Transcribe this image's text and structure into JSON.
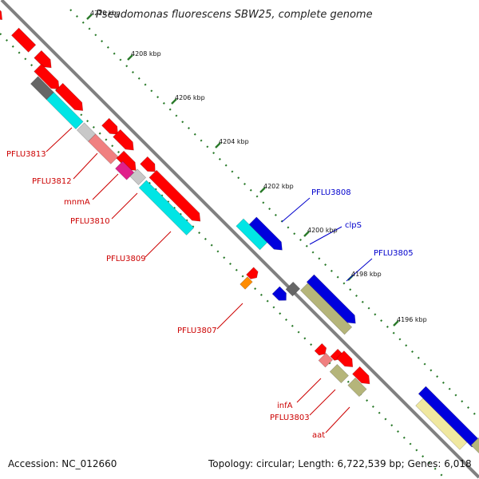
{
  "title": "Pseudomonas fluorescens SBW25, complete genome",
  "footer": {
    "accession": "Accession: NC_012660",
    "summary": "Topology: circular; Length: 6,722,539 bp; Genes: 6,018"
  },
  "colors": {
    "backbone": "#808080",
    "tick": "#2a7a2a",
    "red": "#ff0000",
    "cyan": "#00e5e5",
    "blue": "#0000dd",
    "olive": "#b5b57a",
    "khaki": "#f0e8a0",
    "darkgray": "#666666",
    "lightgray": "#c8c8c8",
    "salmon": "#f08080",
    "magenta": "#e0208a",
    "orange": "#ff8c00",
    "label_red": "#cc0000",
    "label_blue": "#0000cc"
  },
  "kbp_ticks": [
    "4210 kbp",
    "4208 kbp",
    "4206 kbp",
    "4204 kbp",
    "4202 kbp",
    "4200 kbp",
    "4198 kbp",
    "4196 kbp"
  ],
  "gene_labels": [
    {
      "id": "PFLU3813",
      "text": "PFLU3813",
      "strand": "minus"
    },
    {
      "id": "PFLU3812",
      "text": "PFLU3812",
      "strand": "minus"
    },
    {
      "id": "mnmA",
      "text": "mnmA",
      "strand": "minus"
    },
    {
      "id": "PFLU3810",
      "text": "PFLU3810",
      "strand": "minus"
    },
    {
      "id": "PFLU3809",
      "text": "PFLU3809",
      "strand": "minus"
    },
    {
      "id": "PFLU3807",
      "text": "PFLU3807",
      "strand": "minus"
    },
    {
      "id": "infA",
      "text": "infA",
      "strand": "minus"
    },
    {
      "id": "PFLU3803",
      "text": "PFLU3803",
      "strand": "minus"
    },
    {
      "id": "aat",
      "text": "aat",
      "strand": "minus"
    },
    {
      "id": "PFLU3808",
      "text": "PFLU3808",
      "strand": "plus"
    },
    {
      "id": "clpS",
      "text": "clpS",
      "strand": "plus"
    },
    {
      "id": "PFLU3805",
      "text": "PFLU3805",
      "strand": "plus"
    }
  ]
}
